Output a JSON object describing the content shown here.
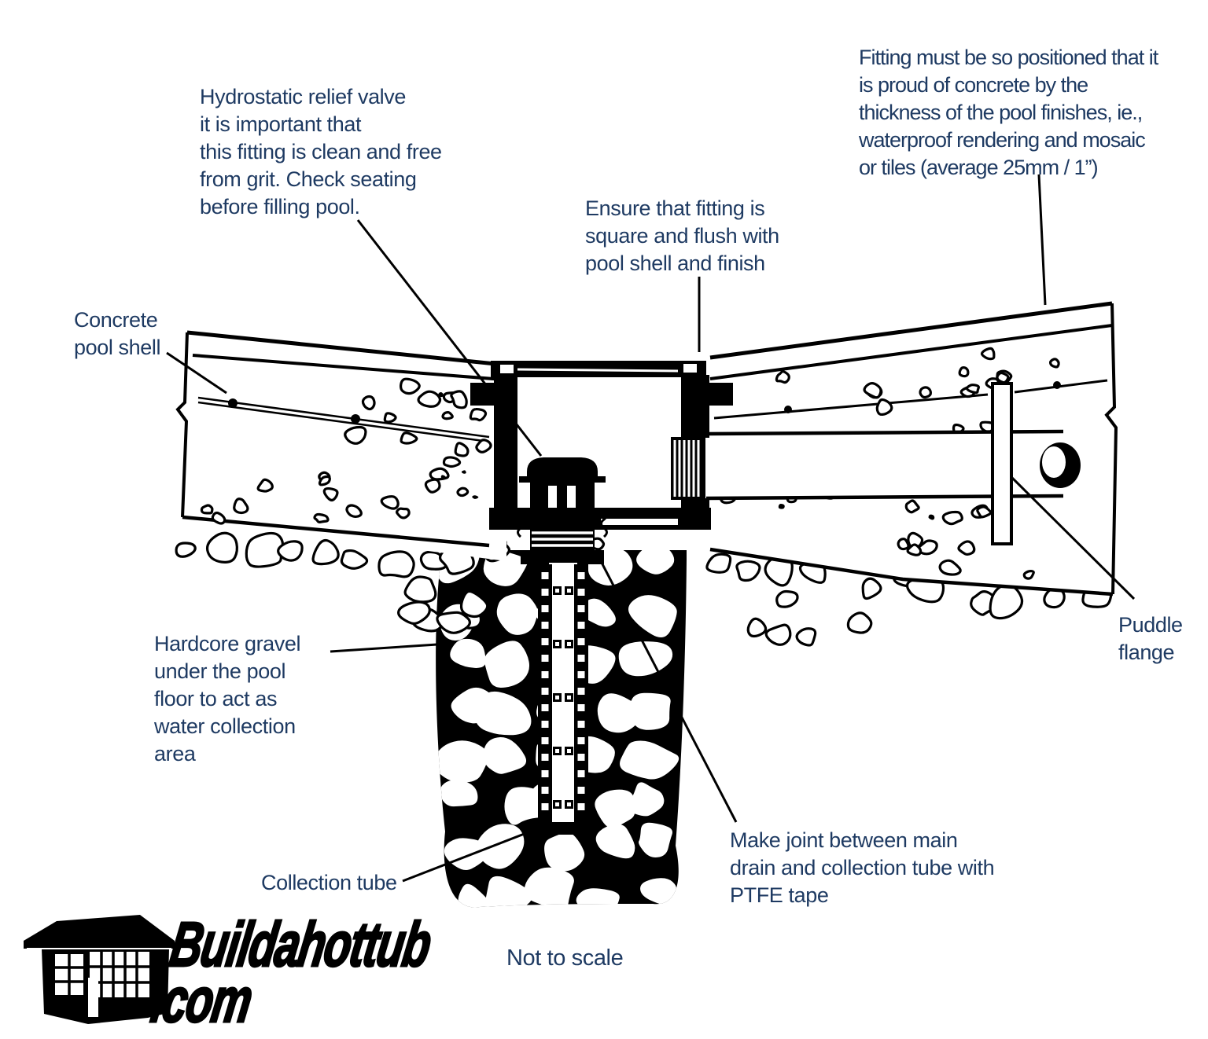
{
  "title": "Hydrostatic relief valve / main drain installation cross-section (not to scale)",
  "colors": {
    "annotation": "#1e3a62",
    "ink": "#000000",
    "background": "#ffffff"
  },
  "annotations": {
    "hydrostatic_valve": "Hydrostatic relief valve\nit is important that\nthis fitting is clean and free\nfrom grit. Check seating\nbefore filling pool.",
    "fitting_flush": "Ensure that fitting is\nsquare and flush with\npool shell and finish",
    "fitting_proud": "Fitting must be so positioned that it\nis proud of concrete by the\nthickness of the pool finishes, ie.,\nwaterproof rendering and mosaic\nor tiles (average 25mm / 1”)",
    "concrete_pool_shell": "Concrete\npool shell",
    "hardcore_gravel": "Hardcore gravel\nunder the pool\nfloor to act as\nwater collection\narea",
    "puddle_flange": "Puddle\nflange",
    "ptfe_joint": "Make joint between main\ndrain and collection tube with\nPTFE tape",
    "collection_tube": "Collection tube",
    "scale_note": "Not to scale"
  },
  "logo": {
    "name": "Buildahottub",
    "tld": ".com",
    "icon": "house-icon"
  },
  "diagram": {
    "parts": [
      "concrete pool shell",
      "pool finish layer",
      "drain sump fitting",
      "hydrostatic relief valve",
      "PTFE taped joint",
      "collection tube",
      "hardcore gravel bed",
      "main drain pipe",
      "puddle flange",
      "rebar"
    ]
  }
}
